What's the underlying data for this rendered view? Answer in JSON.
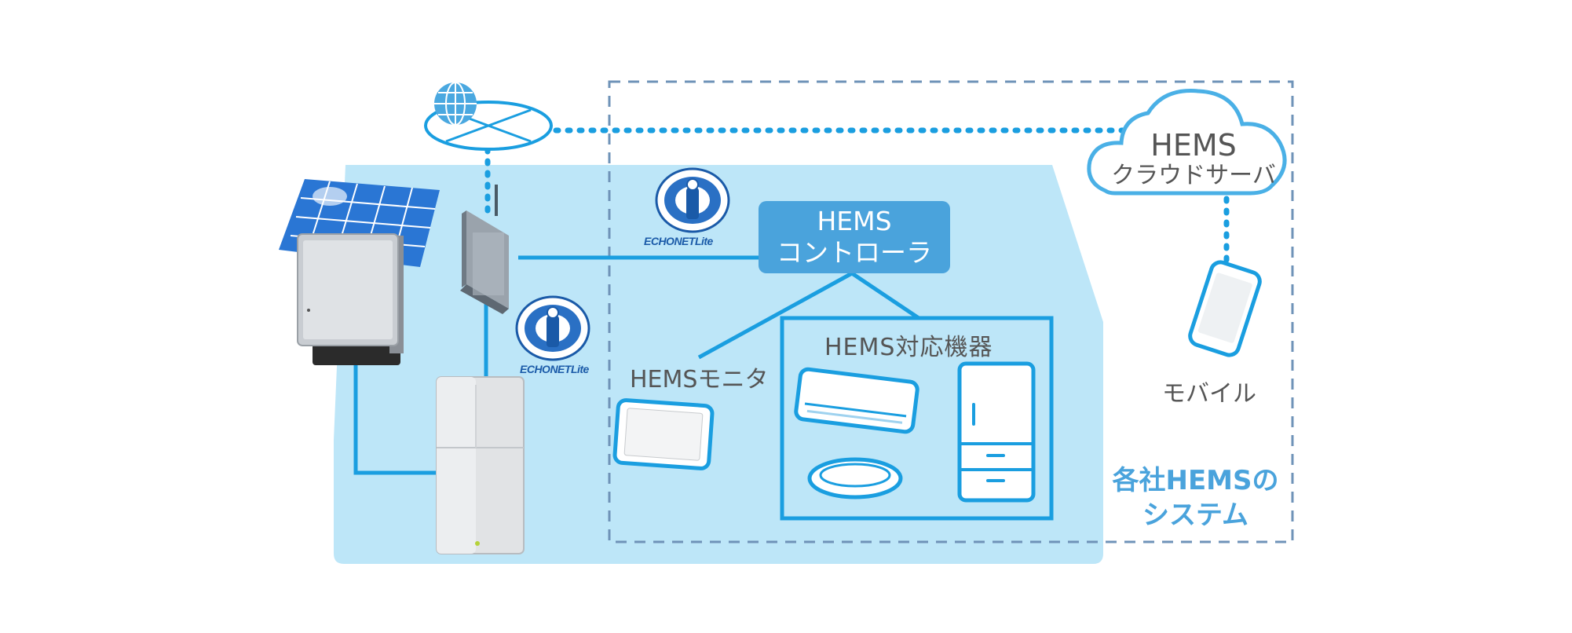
{
  "cloud": {
    "line1": "HEMS",
    "line2": "クラウドサーバ"
  },
  "controller": {
    "line1": "HEMS",
    "line2": "コントローラ"
  },
  "monitor": {
    "label": "HEMSモニタ"
  },
  "devices": {
    "label": "HEMS対応機器"
  },
  "mobile": {
    "label": "モバイル"
  },
  "system": {
    "line1": "各社HEMSの",
    "line2": "システム"
  },
  "echonet": {
    "logo_text": "ECHONETLite"
  },
  "colors": {
    "house": "#bde6f8",
    "line": "#1a9ee0",
    "controller": "#4aa3dc",
    "dashed_frame": "#6f93b8"
  },
  "icons": [
    "globe-icon",
    "solar-panel-icon",
    "power-conditioner-icon",
    "router-icon",
    "battery-unit-icon",
    "tablet-icon",
    "air-conditioner-icon",
    "ceiling-light-icon",
    "refrigerator-icon",
    "smartphone-icon",
    "cloud-icon"
  ]
}
